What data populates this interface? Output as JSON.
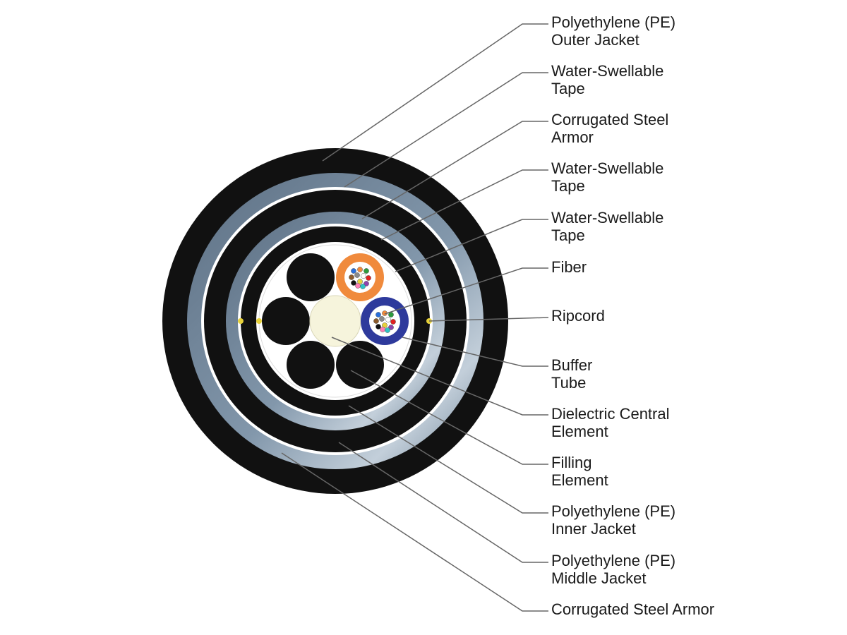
{
  "labels": [
    {
      "line1": "Polyethylene (PE)",
      "line2": "Outer Jacket"
    },
    {
      "line1": "Water-Swellable",
      "line2": "Tape"
    },
    {
      "line1": "Corrugated Steel",
      "line2": "Armor"
    },
    {
      "line1": "Water-Swellable",
      "line2": "Tape"
    },
    {
      "line1": "Water-Swellable",
      "line2": "Tape"
    },
    {
      "line1": "Fiber",
      "line2": ""
    },
    {
      "line1": "Ripcord",
      "line2": ""
    },
    {
      "line1": "Buffer",
      "line2": "Tube"
    },
    {
      "line1": "Dielectric Central",
      "line2": "Element"
    },
    {
      "line1": "Filling",
      "line2": "Element"
    },
    {
      "line1": "Polyethylene (PE)",
      "line2": "Inner Jacket"
    },
    {
      "line1": "Polyethylene (PE)",
      "line2": "Middle Jacket"
    },
    {
      "line1": "Corrugated Steel Armor",
      "line2": ""
    }
  ],
  "colors": {
    "jacket": "#111111",
    "armor": "#6f8599",
    "armor_highlight": "#b9c7d4",
    "tape": "#ffffff",
    "core_fill": "#ffffff",
    "central_element": "#f6f4dc",
    "buffer_tube_orange": "#f08a3c",
    "buffer_tube_blue": "#2e3a9c",
    "ripcord": "#e6d13a",
    "leader_line": "#666666"
  },
  "fiber_colors": [
    "#2a6fdb",
    "#f08a3c",
    "#2e9b3e",
    "#8b5a2b",
    "#8a8a8a",
    "#ffffff",
    "#e02020",
    "#111111",
    "#e6d13a",
    "#8e44ad",
    "#ff7fb5",
    "#2ec4c4"
  ]
}
